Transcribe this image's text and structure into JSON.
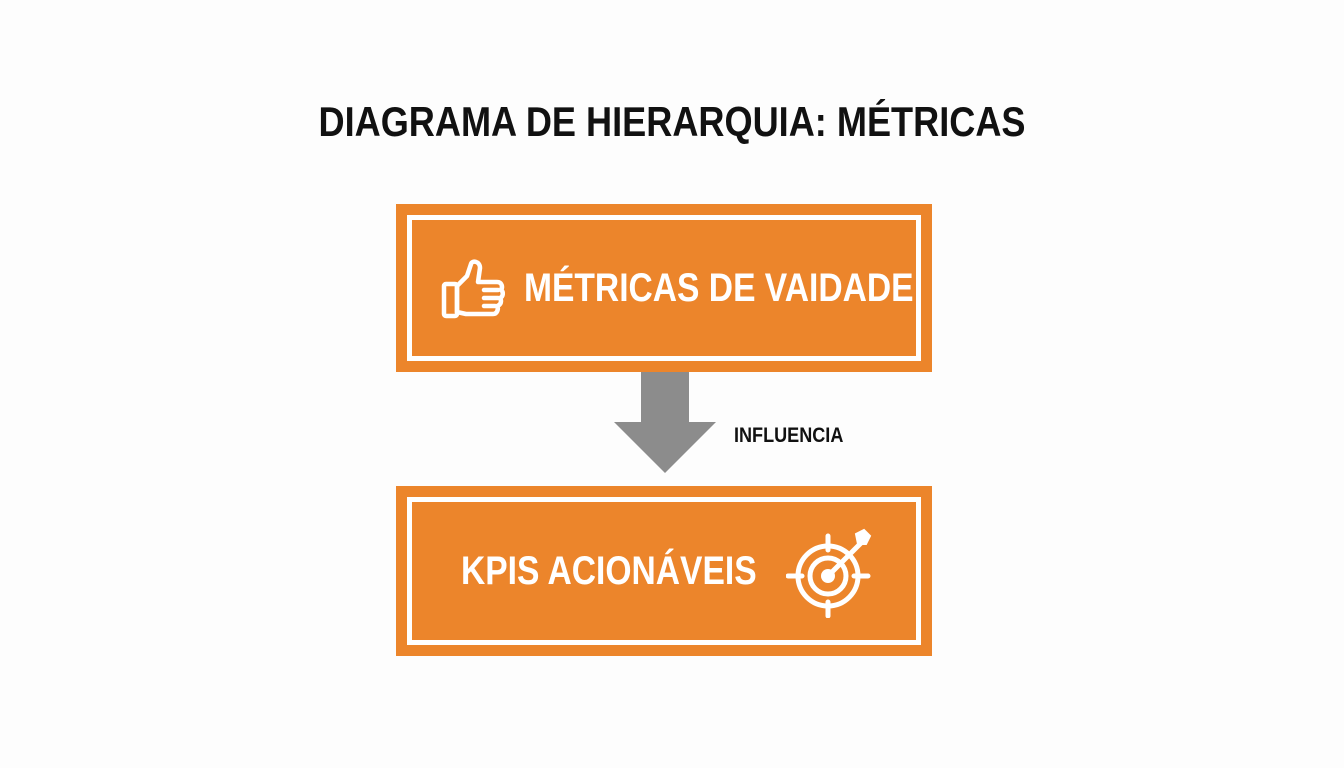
{
  "title": "DIAGRAMA DE HIERARQUIA: MÉTRICAS",
  "nodes": [
    {
      "label": "MÉTRICAS DE VAIDADE",
      "icon": "thumbs-up-icon",
      "color": "#ec852b"
    },
    {
      "label": "KPIS ACIONÁVEIS",
      "icon": "target-arrow-icon",
      "color": "#ec852b"
    }
  ],
  "connector": {
    "label": "INFLUENCIA",
    "icon": "down-arrow-icon",
    "color": "#8c8c8c"
  },
  "colors": {
    "node_fill": "#ec852b",
    "node_border": "#ffffff",
    "text_dark": "#111111",
    "background": "#fdfdfd"
  }
}
